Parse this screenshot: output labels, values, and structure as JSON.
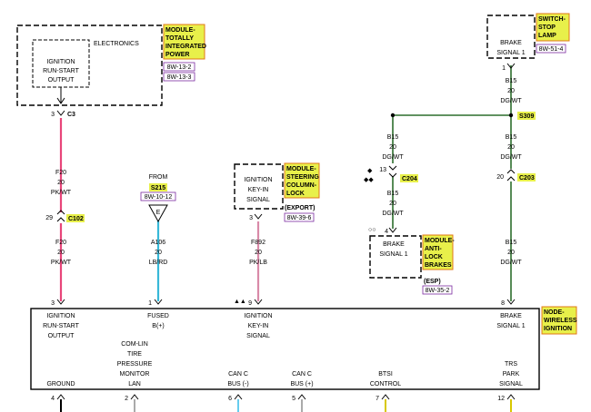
{
  "colors": {
    "pk_wt": "#e8457a",
    "lb_rd": "#38b8d8",
    "pk_lb": "#d98aa8",
    "dg_wt": "#2d6e2d",
    "gray": "#aaaaaa",
    "light_blue": "#66ccee",
    "yellow": "#d8c800",
    "tag_bg": "#e8f04a",
    "tag_border": "#e07818",
    "ref_border": "#7a2aa0"
  },
  "tags": {
    "tip": [
      "MODULE-",
      "TOTALLY",
      "INTEGRATED",
      "POWER"
    ],
    "switch": [
      "SWITCH-",
      "STOP",
      "LAMP"
    ],
    "steering": [
      "MODULE-",
      "STEERING",
      "COLUMN-",
      "LOCK"
    ],
    "abs": [
      "MODULE-",
      "ANTI-",
      "LOCK",
      "BRAKES"
    ],
    "win": [
      "NODE-",
      "WIRELESS",
      "IGNITION"
    ]
  },
  "refs": {
    "tip_1": "8W-13-2",
    "tip_2": "8W-13-3",
    "switch": "8W-51-4",
    "from": "8W-10-12",
    "steering": "8W-39-6",
    "abs": "8W-35-2"
  },
  "tip": {
    "electronics": "ELECTRONICS",
    "inner": [
      "IGNITION",
      "RUN-START",
      "OUTPUT"
    ],
    "pin": "3",
    "conn": "C3"
  },
  "switch": {
    "inner": [
      "BRAKE",
      "SIGNAL 1"
    ],
    "pin": "1"
  },
  "steering": {
    "inner": [
      "IGNITION",
      "KEY-IN",
      "SIGNAL"
    ],
    "pin": "3",
    "note": "(EXPORT)"
  },
  "abs": {
    "inner": [
      "BRAKE",
      "SIGNAL 1"
    ],
    "pin": "4",
    "note": "(ESP)"
  },
  "from": {
    "label": "FROM",
    "splice": "S215",
    "symbol": "E"
  },
  "wires": {
    "tip_top": [
      "F20",
      "20",
      "PK/WT"
    ],
    "tip_bottom": [
      "F20",
      "20",
      "PK/WT"
    ],
    "from": [
      "A106",
      "20",
      "LB/RD"
    ],
    "steering": [
      "F892",
      "20",
      "PK/LB"
    ],
    "switch_top": [
      "B15",
      "20",
      "DG/WT"
    ],
    "right_mid": [
      "B15",
      "20",
      "DG/WT"
    ],
    "right_bottom": [
      "B15",
      "20",
      "DG/WT"
    ],
    "abs_top": [
      "B15",
      "20",
      "DG/WT"
    ],
    "abs_mid": [
      "B15",
      "20",
      "DG/WT"
    ]
  },
  "connectors": {
    "c102": "C102",
    "c102_pin": "29",
    "c204": "C204",
    "c204_pin": "13",
    "c203": "C203",
    "c203_pin": "20",
    "s309": "S309"
  },
  "symbols": {
    "diamonds_top": "◆",
    "diamonds_bottom": "◆◆",
    "circles": "○○",
    "triangles": "▲▲"
  },
  "node": {
    "pins_top": [
      {
        "pin": "3",
        "lines": [
          "IGNITION",
          "RUN-START",
          "OUTPUT"
        ]
      },
      {
        "pin": "1",
        "lines": [
          "FUSED",
          "B(+)"
        ]
      },
      {
        "pin": "9",
        "lines": [
          "IGNITION",
          "KEY-IN",
          "SIGNAL"
        ]
      },
      {
        "pin": "8",
        "lines": [
          "BRAKE",
          "SIGNAL 1"
        ]
      }
    ],
    "pins_bottom": [
      {
        "pin": "4",
        "lines": [
          "GROUND"
        ]
      },
      {
        "pin": "2",
        "lines": [
          "COM-LIN",
          "TIRE",
          "PRESSURE",
          "MONITOR",
          "LAN"
        ]
      },
      {
        "pin": "6",
        "lines": [
          "CAN C",
          "BUS (-)"
        ]
      },
      {
        "pin": "5",
        "lines": [
          "CAN C",
          "BUS (+)"
        ]
      },
      {
        "pin": "7",
        "lines": [
          "BTSI",
          "CONTROL"
        ]
      },
      {
        "pin": "12",
        "lines": [
          "TRS",
          "PARK",
          "SIGNAL"
        ]
      }
    ]
  }
}
